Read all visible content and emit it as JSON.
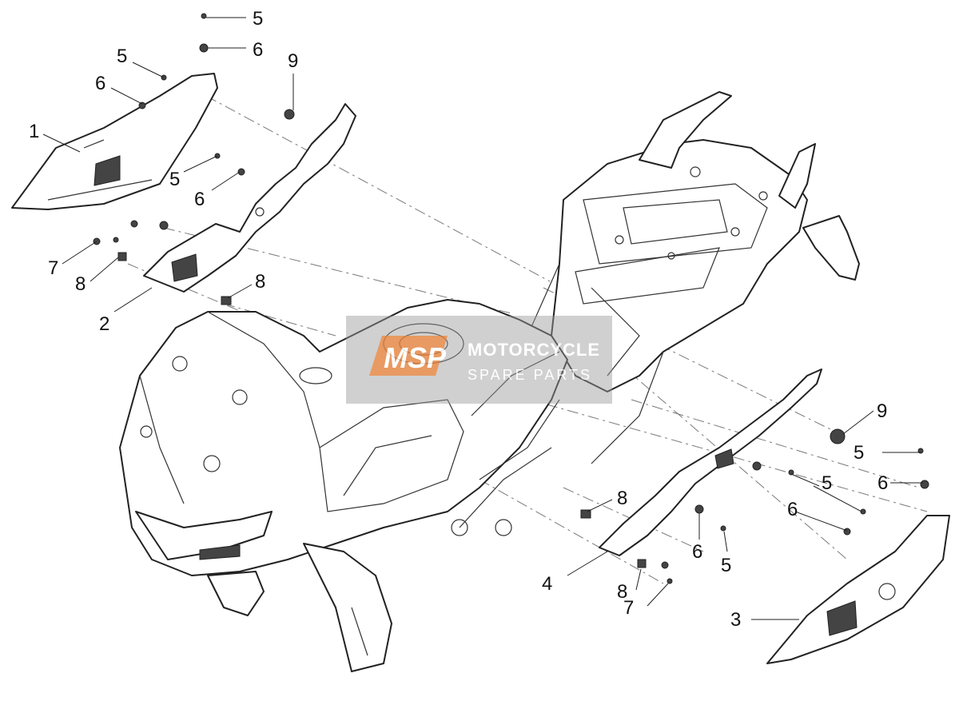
{
  "callouts": [
    {
      "id": "c5a",
      "text": "5"
    },
    {
      "id": "c6a",
      "text": "6"
    },
    {
      "id": "c9a",
      "text": "9"
    },
    {
      "id": "c5b",
      "text": "5"
    },
    {
      "id": "c6b",
      "text": "6"
    },
    {
      "id": "c1",
      "text": "1"
    },
    {
      "id": "c5c",
      "text": "5"
    },
    {
      "id": "c6c",
      "text": "6"
    },
    {
      "id": "c7a",
      "text": "7"
    },
    {
      "id": "c8a",
      "text": "8"
    },
    {
      "id": "c8b",
      "text": "8"
    },
    {
      "id": "c2",
      "text": "2"
    },
    {
      "id": "c9b",
      "text": "9"
    },
    {
      "id": "c5d",
      "text": "5"
    },
    {
      "id": "c6d",
      "text": "6"
    },
    {
      "id": "c5e",
      "text": "5"
    },
    {
      "id": "c6e",
      "text": "6"
    },
    {
      "id": "c8c",
      "text": "8"
    },
    {
      "id": "c6f",
      "text": "6"
    },
    {
      "id": "c5f",
      "text": "5"
    },
    {
      "id": "c4",
      "text": "4"
    },
    {
      "id": "c8d",
      "text": "8"
    },
    {
      "id": "c7b",
      "text": "7"
    },
    {
      "id": "c3",
      "text": "3"
    }
  ],
  "watermark": {
    "logo": "MSP",
    "line1": "MOTORCYCLE",
    "line2": "SPARE PARTS",
    "accent_color": "#e8823a",
    "box_color": "#9a9a9a"
  }
}
